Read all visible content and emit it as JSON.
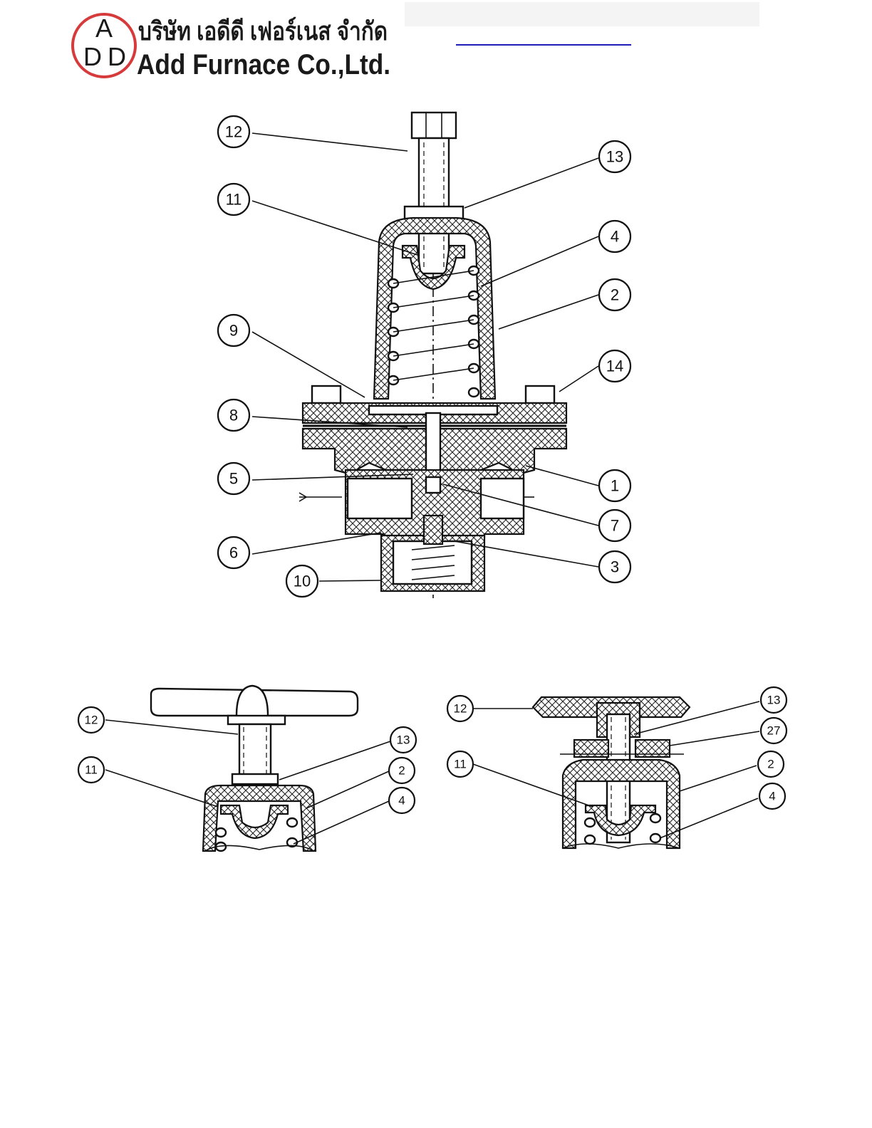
{
  "header": {
    "logo_letters": [
      "A",
      "D",
      "D"
    ],
    "company_thai": "บริษัท เอดีดี เฟอร์เนส จำกัด",
    "company_en": "Add Furnace Co.,Ltd.",
    "brand_color": "#d63a3a"
  },
  "main_diagram": {
    "callouts": [
      "12",
      "13",
      "11",
      "4",
      "2",
      "9",
      "14",
      "8",
      "5",
      "1",
      "7",
      "6",
      "3",
      "10"
    ]
  },
  "handwheel_diagram_left": {
    "callouts": [
      "12",
      "13",
      "11",
      "2",
      "4"
    ]
  },
  "handwheel_diagram_right": {
    "callouts": [
      "12",
      "13",
      "27",
      "11",
      "2",
      "4"
    ]
  }
}
